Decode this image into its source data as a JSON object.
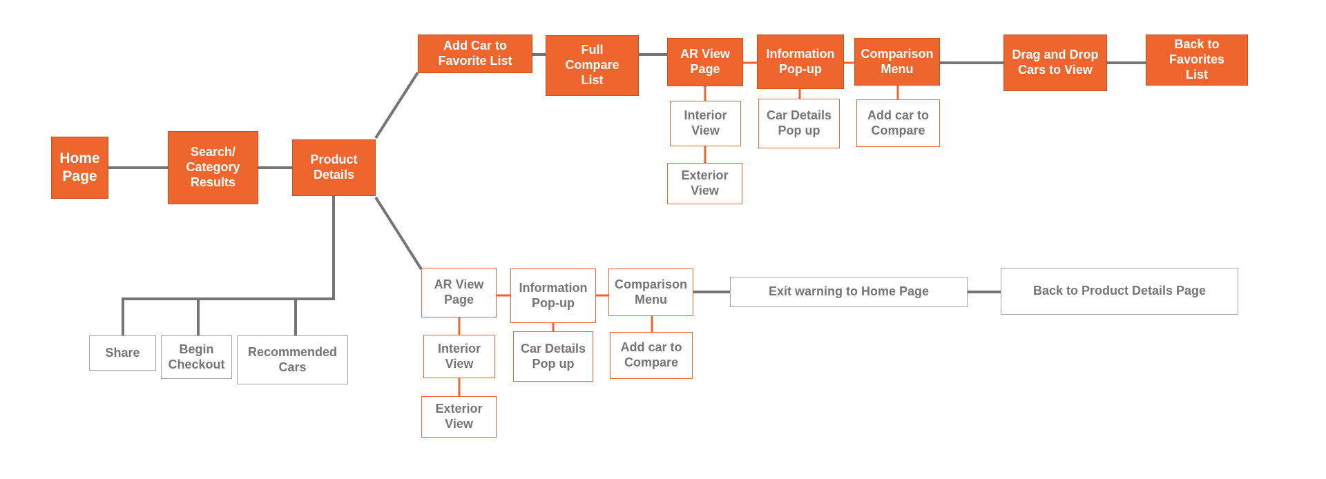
{
  "colors": {
    "accent": "#ee652d",
    "connector_gray": "#757575",
    "outline_gray": "#a3a3a3",
    "text_gray": "#757575"
  },
  "nodes": {
    "home": "Home\nPage",
    "search": "Search/\nCategory\nResults",
    "product": "Product\nDetails",
    "add_fav": "Add Car to\nFavorite List",
    "full_compare": "Full\nCompare\nList",
    "ar_top": "AR View\nPage",
    "info_top": "Information\nPop-up",
    "comp_top": "Comparison\nMenu",
    "drag_drop": "Drag and Drop\nCars to View",
    "back_fav": "Back to\nFavorites\nList",
    "interior_top": "Interior\nView",
    "exterior_top": "Exterior\nView",
    "car_details_top": "Car Details\nPop up",
    "add_compare_top": "Add car to\nCompare",
    "share": "Share",
    "checkout": "Begin\nCheckout",
    "recommended": "Recommended\nCars",
    "ar_bot": "AR View\nPage",
    "info_bot": "Information\nPop-up",
    "comp_bot": "Comparison\nMenu",
    "exit_warning": "Exit warning to Home Page",
    "back_product": "Back to Product Details Page",
    "interior_bot": "Interior\nView",
    "exterior_bot": "Exterior\nView",
    "car_details_bot": "Car Details\nPop up",
    "add_compare_bot": "Add car to\nCompare"
  }
}
